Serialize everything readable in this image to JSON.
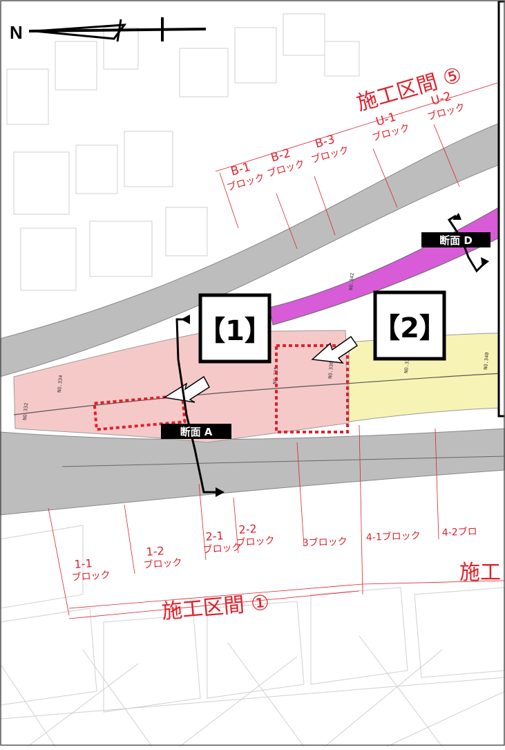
{
  "map": {
    "north_label": "N",
    "colors": {
      "road": "#bdbdbd",
      "pink_zone": "#f6c9c9",
      "magenta_zone": "#d85cd8",
      "yellow_zone": "#f7f3b4",
      "red_annotation": "#e0202a",
      "highlight_dash": "#e0202a"
    },
    "sections": {
      "top": {
        "title": "施工区間 ⑤",
        "blocks": [
          "B-1 ブロック",
          "B-2 ブロック",
          "B-3 ブロック",
          "U-1 ブロック",
          "U-2 ブロック"
        ]
      },
      "bottom": {
        "title": "施工区間 ①",
        "title_right": "施工",
        "blocks": [
          "1-1 ブロック",
          "1-2 ブロック",
          "2-1 ブロック",
          "2-2 ブロック",
          "3ブロック",
          "4-1ブロック",
          "4-2ブロ"
        ]
      }
    },
    "markers": {
      "marker1": "【1】",
      "marker2": "【2】"
    },
    "cross_sections": {
      "a": "断面 A",
      "d": "断面 D"
    },
    "stations": [
      "NO.332",
      "NO.334",
      "NO.335",
      "NO.336",
      "NO.338",
      "NO.340",
      "NO.342"
    ]
  }
}
